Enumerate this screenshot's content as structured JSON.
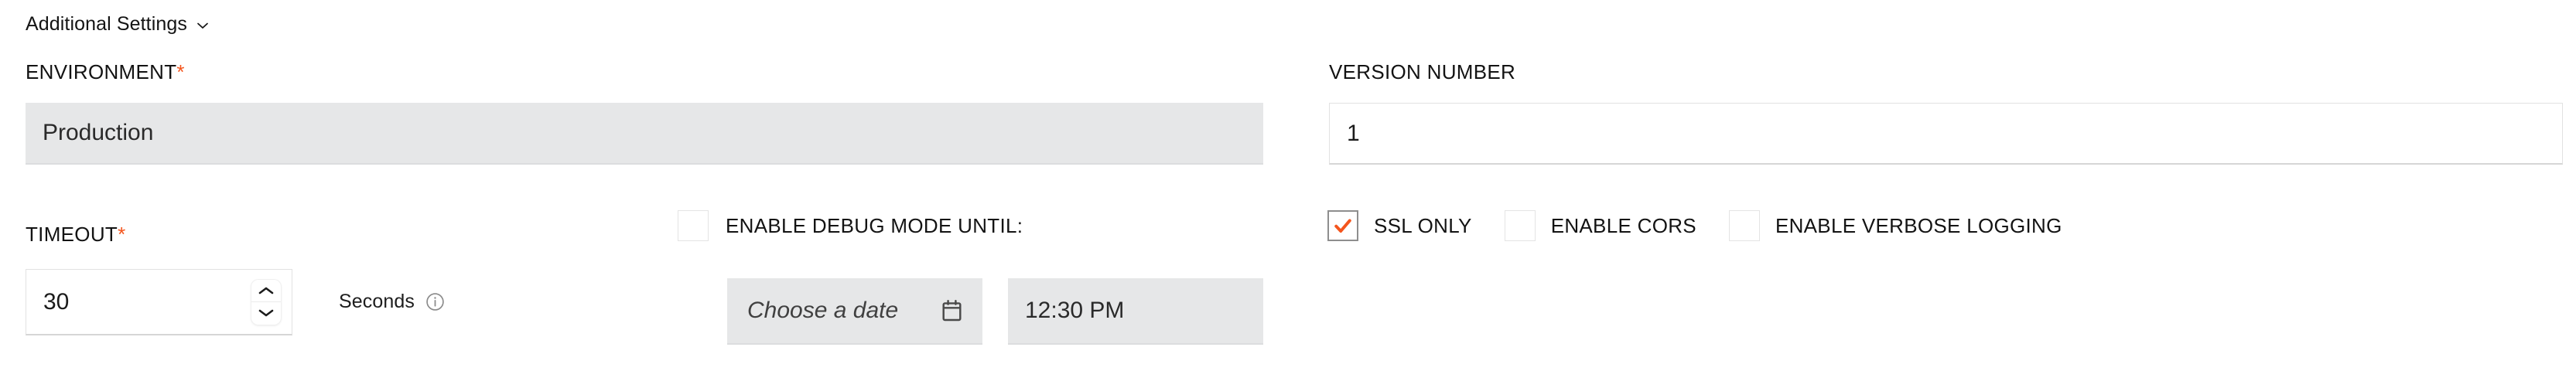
{
  "disclosure": {
    "label": "Additional Settings",
    "icon": "chevron-down-icon",
    "expanded": true
  },
  "left_column": {
    "environment": {
      "label": "ENVIRONMENT",
      "required_marker": "*",
      "value": "Production",
      "control": "select"
    },
    "timeout": {
      "label": "TIMEOUT",
      "required_marker": "*",
      "value": "30",
      "unit_label": "Seconds",
      "info_icon": "info-circle-icon",
      "stepper_up_icon": "chevron-up-icon",
      "stepper_down_icon": "chevron-down-icon"
    },
    "debug_mode": {
      "checkbox_label": "ENABLE DEBUG MODE UNTIL:",
      "checked": false,
      "date_picker": {
        "placeholder": "Choose a date",
        "value": "",
        "icon": "calendar-icon"
      },
      "time_picker": {
        "value": "12:30 PM"
      }
    }
  },
  "right_column": {
    "version_number": {
      "label": "VERSION NUMBER",
      "value": "1"
    },
    "toggles": [
      {
        "label": "SSL ONLY",
        "checked": true
      },
      {
        "label": "ENABLE CORS",
        "checked": false
      },
      {
        "label": "ENABLE VERBOSE LOGGING",
        "checked": false
      }
    ]
  },
  "colors": {
    "required_asterisk": "#f4551d",
    "checkmark": "#f4551d",
    "filled_input_bg": "#e6e7e8",
    "page_bg": "#ffffff",
    "text": "#131313"
  }
}
